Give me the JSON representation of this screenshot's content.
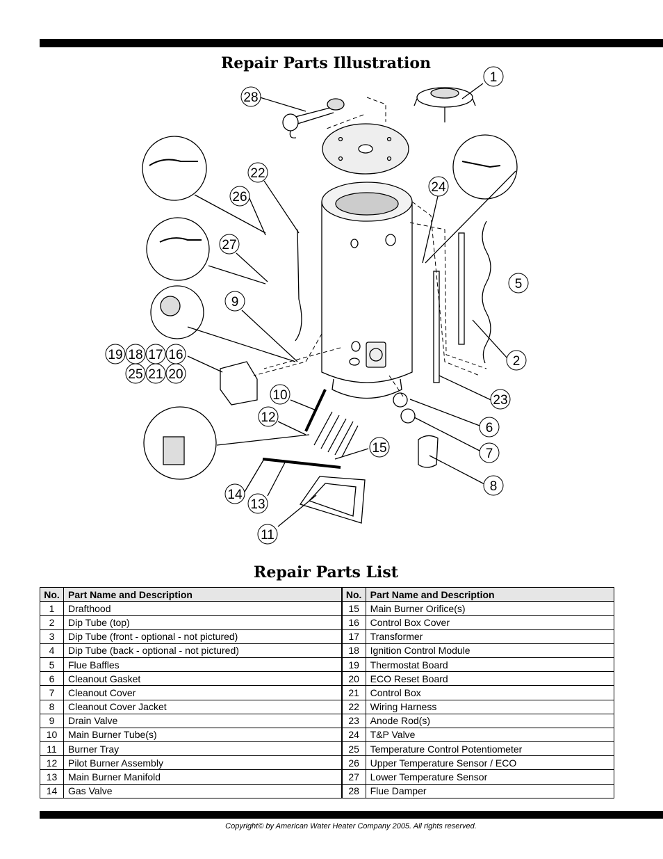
{
  "illustration": {
    "title": "Repair Parts Illustration",
    "callouts": [
      "1",
      "2",
      "5",
      "6",
      "7",
      "8",
      "9",
      "10",
      "11",
      "12",
      "13",
      "14",
      "15",
      "16",
      "17",
      "18",
      "19",
      "20",
      "21",
      "22",
      "23",
      "24",
      "25",
      "26",
      "27",
      "28"
    ]
  },
  "list": {
    "title": "Repair Parts List",
    "headers": {
      "no": "No.",
      "desc": "Part Name and Description"
    },
    "left": [
      {
        "no": "1",
        "desc": "Drafthood"
      },
      {
        "no": "2",
        "desc": "Dip Tube (top)"
      },
      {
        "no": "3",
        "desc": "Dip Tube (front - optional - not pictured)"
      },
      {
        "no": "4",
        "desc": "Dip Tube (back - optional - not pictured)"
      },
      {
        "no": "5",
        "desc": "Flue Baffles"
      },
      {
        "no": "6",
        "desc": "Cleanout Gasket"
      },
      {
        "no": "7",
        "desc": "Cleanout Cover"
      },
      {
        "no": "8",
        "desc": "Cleanout Cover Jacket"
      },
      {
        "no": "9",
        "desc": "Drain Valve"
      },
      {
        "no": "10",
        "desc": "Main Burner Tube(s)"
      },
      {
        "no": "11",
        "desc": "Burner Tray"
      },
      {
        "no": "12",
        "desc": "Pilot Burner Assembly"
      },
      {
        "no": "13",
        "desc": "Main Burner Manifold"
      },
      {
        "no": "14",
        "desc": "Gas Valve"
      }
    ],
    "right": [
      {
        "no": "15",
        "desc": "Main Burner Orifice(s)"
      },
      {
        "no": "16",
        "desc": "Control Box Cover"
      },
      {
        "no": "17",
        "desc": "Transformer"
      },
      {
        "no": "18",
        "desc": "Ignition Control Module"
      },
      {
        "no": "19",
        "desc": "Thermostat Board"
      },
      {
        "no": "20",
        "desc": "ECO Reset Board"
      },
      {
        "no": "21",
        "desc": "Control Box"
      },
      {
        "no": "22",
        "desc": "Wiring Harness"
      },
      {
        "no": "23",
        "desc": "Anode Rod(s)"
      },
      {
        "no": "24",
        "desc": "T&P Valve"
      },
      {
        "no": "25",
        "desc": "Temperature Control Potentiometer"
      },
      {
        "no": "26",
        "desc": "Upper Temperature Sensor / ECO"
      },
      {
        "no": "27",
        "desc": "Lower Temperature Sensor"
      },
      {
        "no": "28",
        "desc": "Flue Damper"
      }
    ]
  },
  "footer": {
    "copyright": "Copyright© by American Water Heater Company 2005.    All rights reserved."
  }
}
